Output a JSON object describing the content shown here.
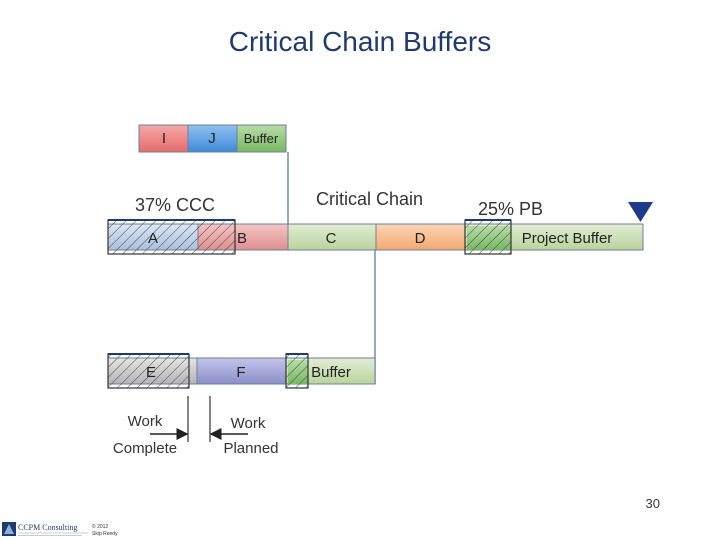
{
  "title": "Critical Chain Buffers",
  "page_number": "30",
  "copyright": {
    "line1": "© 2012",
    "line2": "Skip Reedy"
  },
  "logo_text": "CCPM Consulting",
  "diagram": {
    "top_chain": {
      "i": "I",
      "j": "J",
      "buffer": "Buffer"
    },
    "labels": {
      "ccc": "37% CCC",
      "critical_chain": "Critical Chain",
      "pb": "25% PB"
    },
    "main_chain": {
      "a": "A",
      "b": "B",
      "c": "C",
      "d": "D",
      "project_buffer": "Project Buffer"
    },
    "lower_chain": {
      "e": "E",
      "f": "F",
      "buffer": "Buffer"
    },
    "legend": {
      "work_complete_1": "Work",
      "work_complete_2": "Complete",
      "work_planned_1": "Work",
      "work_planned_2": "Planned"
    }
  },
  "colors": {
    "i": "#f08080",
    "j": "#5aa0e6",
    "green": "#8ec97a",
    "a": "#b8cde3",
    "b": "#e8a0a0",
    "c": "#c7dcb0",
    "d": "#f5b98a",
    "e": "#c8c8c8",
    "f": "#a6a8d8",
    "end_marker": "#1f3a8c"
  }
}
